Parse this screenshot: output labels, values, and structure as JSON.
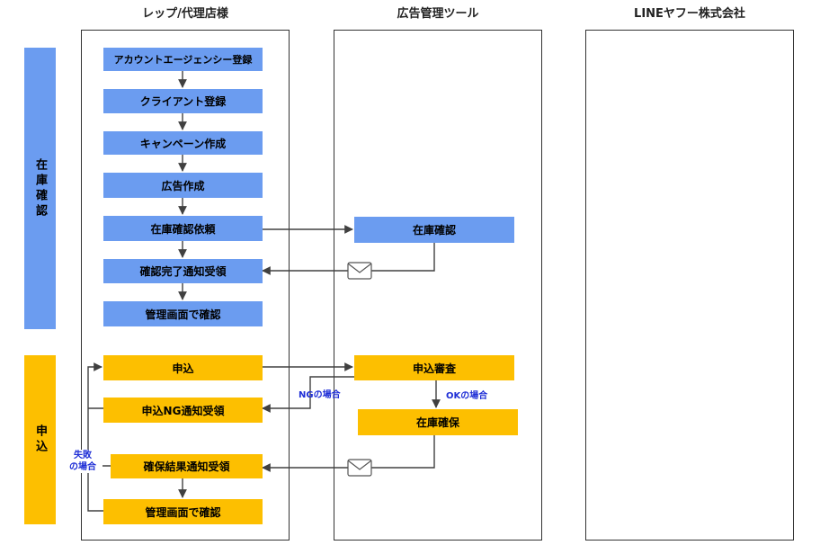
{
  "colors": {
    "blue": "#6b9cf0",
    "gold": "#fdbf00",
    "line": "#404040",
    "note": "#1f2fd6"
  },
  "columns": {
    "rep": "レップ/代理店様",
    "tool": "広告管理ツール",
    "lyc": "LINEヤフー株式会社"
  },
  "phases": {
    "inventory": "在庫確認",
    "application": "申込"
  },
  "steps": {
    "account_reg": "アカウントエージェンシー登録",
    "client_reg": "クライアント登録",
    "campaign": "キャンペーン作成",
    "ad_create": "広告作成",
    "inv_request": "在庫確認依頼",
    "confirm_notice": "確認完了通知受領",
    "check_screen_1": "管理画面で確認",
    "apply": "申込",
    "ng_notice": "申込NG通知受領",
    "secure_notice": "確保結果通知受領",
    "check_screen_2": "管理画面で確認",
    "tool_inv_check": "在庫確認",
    "tool_review": "申込審査",
    "tool_secure": "在庫確保"
  },
  "notes": {
    "ng_case": "NGの場合",
    "ok_case": "OKの場合",
    "fail_line1": "失敗",
    "fail_line2": "の場合"
  },
  "icons": [
    "envelope-icon",
    "envelope-icon"
  ]
}
